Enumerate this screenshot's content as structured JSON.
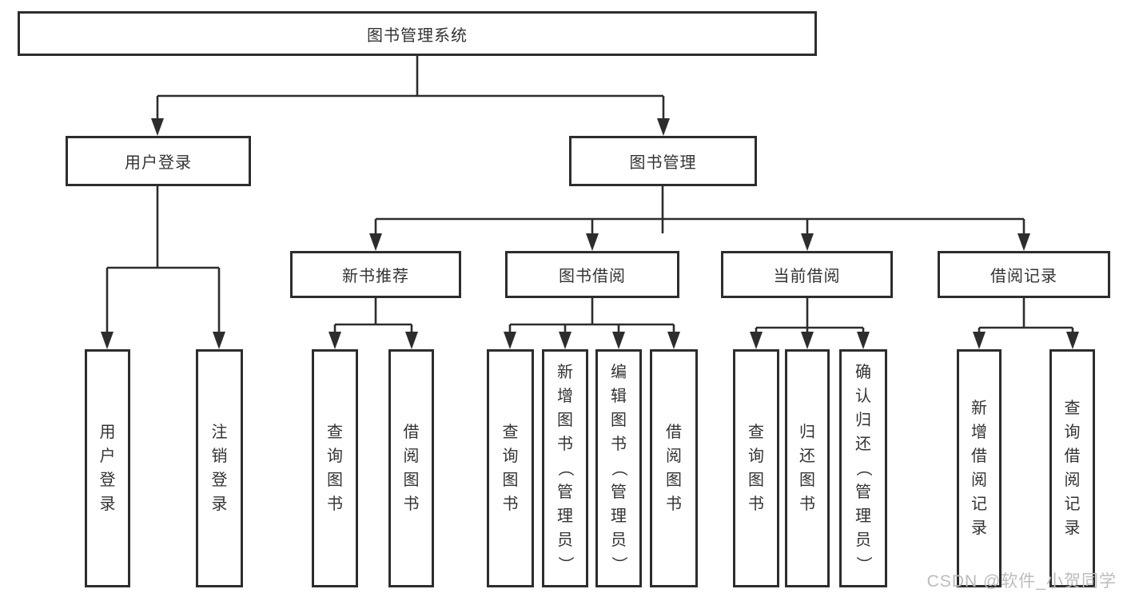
{
  "diagram": {
    "title": "图书管理系统",
    "type": "hierarchy-diagram",
    "tree": {
      "label": "图书管理系统",
      "children": [
        {
          "label": "用户登录",
          "children": [
            {
              "label": "用户登录"
            },
            {
              "label": "注销登录"
            }
          ]
        },
        {
          "label": "图书管理",
          "children": [
            {
              "label": "新书推荐",
              "children": [
                {
                  "label": "查询图书"
                },
                {
                  "label": "借阅图书"
                }
              ]
            },
            {
              "label": "图书借阅",
              "children": [
                {
                  "label": "查询图书"
                },
                {
                  "label": "新增图书（管理员）"
                },
                {
                  "label": "编辑图书（管理员）"
                },
                {
                  "label": "借阅图书"
                }
              ]
            },
            {
              "label": "当前借阅",
              "children": [
                {
                  "label": "查询图书"
                },
                {
                  "label": "归还图书"
                },
                {
                  "label": "确认归还（管理员）"
                }
              ]
            },
            {
              "label": "借阅记录",
              "children": [
                {
                  "label": "新增借阅记录"
                },
                {
                  "label": "查询借阅记录"
                }
              ]
            }
          ]
        }
      ]
    },
    "watermark": "CSDN @软件_小贺同学",
    "colors": {
      "line": "#2d2d2d",
      "text": "#333333",
      "watermark": "#bcbcbc",
      "background": "#ffffff"
    }
  }
}
